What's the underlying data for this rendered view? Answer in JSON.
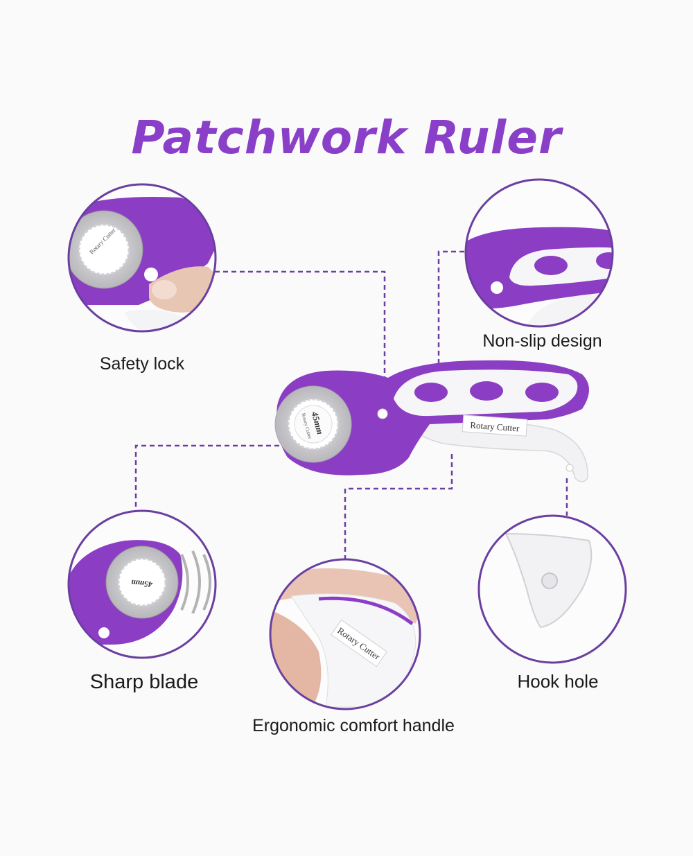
{
  "title": "Patchwork Ruler",
  "colors": {
    "accent": "#8a3fc8",
    "product_purple": "#8b3ec4",
    "handle_white": "#f4f4f6",
    "connector": "#6a3fa0"
  },
  "product_print": {
    "blade_size": "45mm",
    "brand_text": "Rotary Cutter",
    "handle_label": "Rotary Cutter"
  },
  "features": {
    "safety_lock": "Safety lock",
    "non_slip": "Non-slip design",
    "sharp_blade": "Sharp blade",
    "hook_hole": "Hook hole",
    "ergonomic": "Ergonomic comfort handle"
  }
}
